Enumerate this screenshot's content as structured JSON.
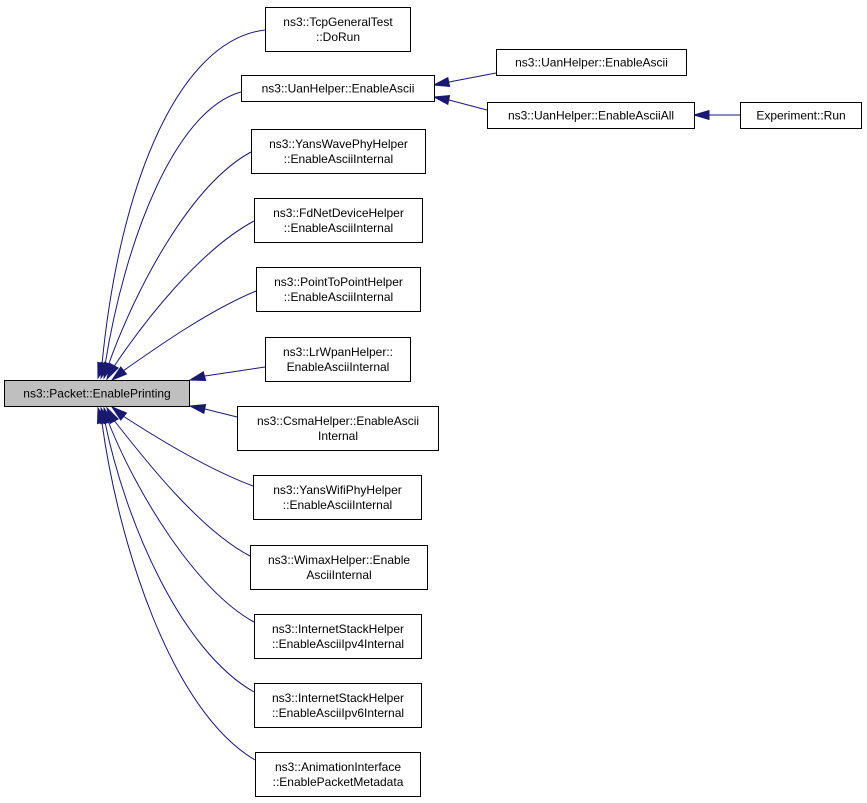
{
  "diagram": {
    "type": "doxygen-caller-graph",
    "root": "n_root",
    "nodes": [
      {
        "id": "n_root",
        "lines": [
          "ns3::Packet::EnablePrinting"
        ],
        "highlight": true
      },
      {
        "id": "n_tcp",
        "lines": [
          "ns3::TcpGeneralTest",
          "::DoRun"
        ]
      },
      {
        "id": "n_uan",
        "lines": [
          "ns3::UanHelper::EnableAscii"
        ]
      },
      {
        "id": "n_uan2",
        "lines": [
          "ns3::UanHelper::EnableAscii"
        ]
      },
      {
        "id": "n_uanall",
        "lines": [
          "ns3::UanHelper::EnableAsciiAll"
        ]
      },
      {
        "id": "n_exp",
        "lines": [
          "Experiment::Run"
        ]
      },
      {
        "id": "n_yanswave",
        "lines": [
          "ns3::YansWavePhyHelper",
          "::EnableAsciiInternal"
        ]
      },
      {
        "id": "n_fdnet",
        "lines": [
          "ns3::FdNetDeviceHelper",
          "::EnableAsciiInternal"
        ]
      },
      {
        "id": "n_p2p",
        "lines": [
          "ns3::PointToPointHelper",
          "::EnableAsciiInternal"
        ]
      },
      {
        "id": "n_lrwpan",
        "lines": [
          "ns3::LrWpanHelper::",
          "EnableAsciiInternal"
        ]
      },
      {
        "id": "n_csma",
        "lines": [
          "ns3::CsmaHelper::EnableAscii",
          "Internal"
        ]
      },
      {
        "id": "n_yanswifi",
        "lines": [
          "ns3::YansWifiPhyHelper",
          "::EnableAsciiInternal"
        ]
      },
      {
        "id": "n_wimax",
        "lines": [
          "ns3::WimaxHelper::Enable",
          "AsciiInternal"
        ]
      },
      {
        "id": "n_inet4",
        "lines": [
          "ns3::InternetStackHelper",
          "::EnableAsciiIpv4Internal"
        ]
      },
      {
        "id": "n_inet6",
        "lines": [
          "ns3::InternetStackHelper",
          "::EnableAsciiIpv6Internal"
        ]
      },
      {
        "id": "n_anim",
        "lines": [
          "ns3::AnimationInterface",
          "::EnablePacketMetadata"
        ]
      }
    ],
    "edges": [
      {
        "from": "n_tcp",
        "to": "n_root"
      },
      {
        "from": "n_uan",
        "to": "n_root"
      },
      {
        "from": "n_yanswave",
        "to": "n_root"
      },
      {
        "from": "n_fdnet",
        "to": "n_root"
      },
      {
        "from": "n_p2p",
        "to": "n_root"
      },
      {
        "from": "n_lrwpan",
        "to": "n_root"
      },
      {
        "from": "n_csma",
        "to": "n_root"
      },
      {
        "from": "n_yanswifi",
        "to": "n_root"
      },
      {
        "from": "n_wimax",
        "to": "n_root"
      },
      {
        "from": "n_inet4",
        "to": "n_root"
      },
      {
        "from": "n_inet6",
        "to": "n_root"
      },
      {
        "from": "n_anim",
        "to": "n_root"
      },
      {
        "from": "n_uan2",
        "to": "n_uan"
      },
      {
        "from": "n_uanall",
        "to": "n_uan"
      },
      {
        "from": "n_exp",
        "to": "n_uanall"
      }
    ],
    "colors": {
      "edge": "#191970",
      "root_fill": "#bfbfbf",
      "node_fill": "#ffffff",
      "border": "#000000",
      "text": "#000000"
    }
  }
}
